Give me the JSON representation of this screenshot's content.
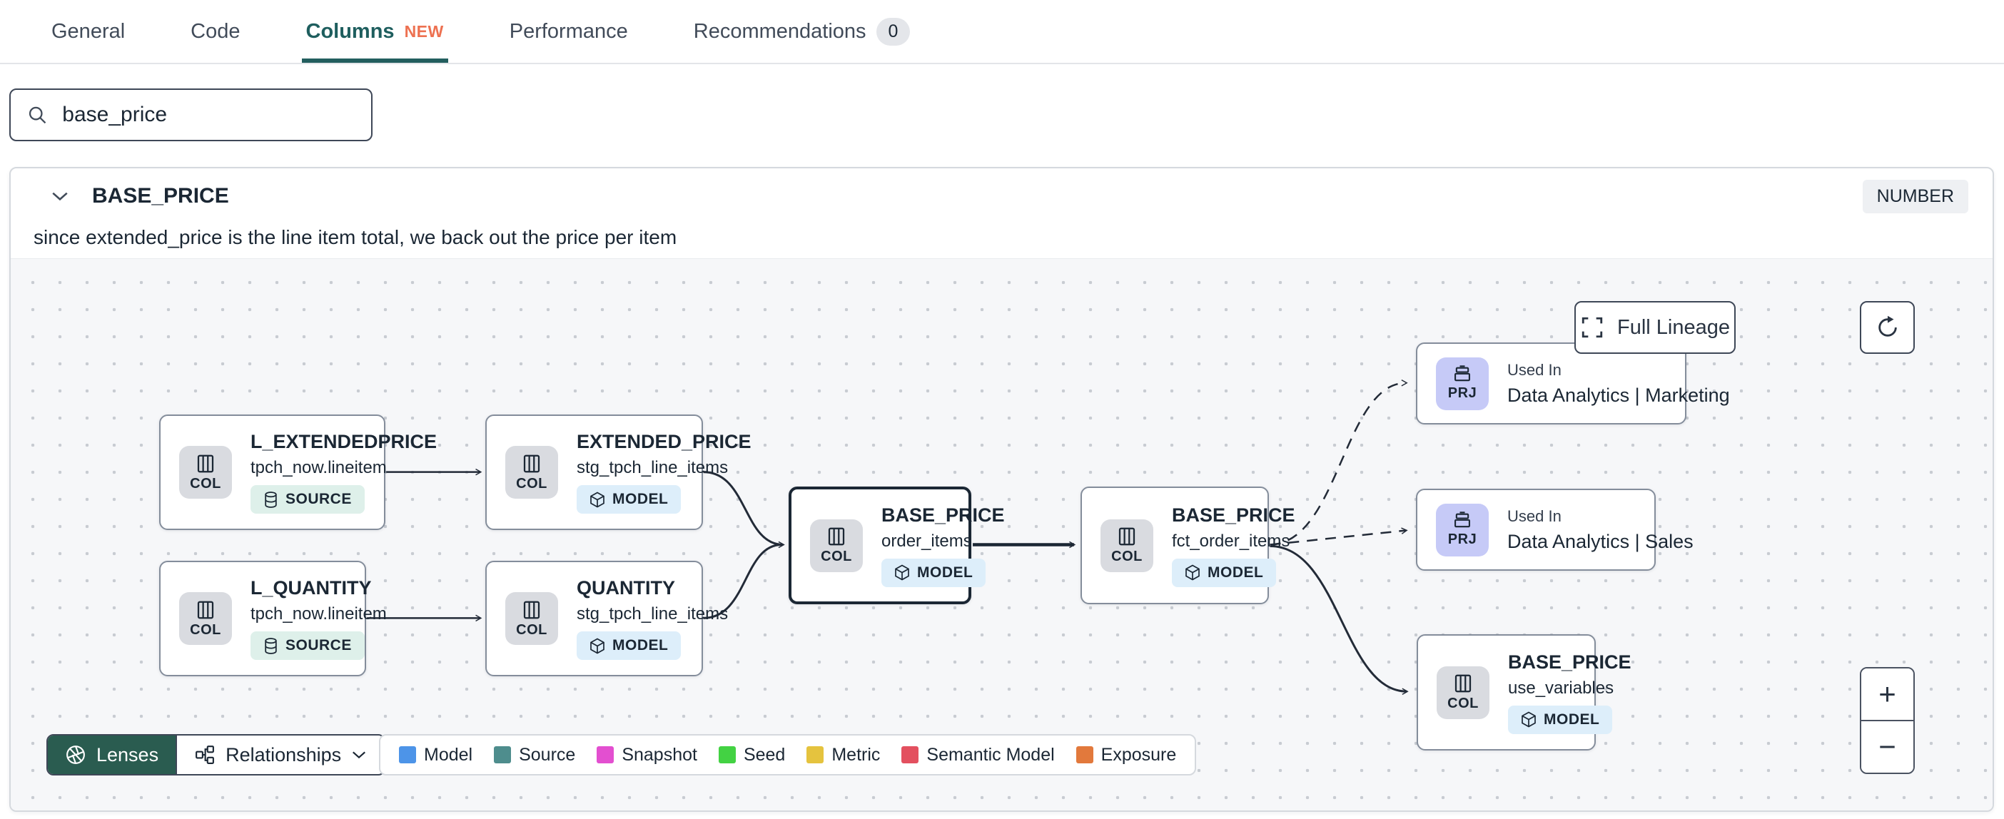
{
  "tabs": {
    "items": [
      {
        "label": "General"
      },
      {
        "label": "Code"
      },
      {
        "label": "Columns",
        "badge": "NEW"
      },
      {
        "label": "Performance"
      },
      {
        "label": "Recommendations",
        "count": "0"
      }
    ]
  },
  "search": {
    "value": "base_price"
  },
  "column_panel": {
    "name": "BASE_PRICE",
    "data_type": "NUMBER",
    "description": "since extended_price is the line item total, we back out the price per item"
  },
  "lineage": {
    "controls": {
      "full_lineage_label": "Full Lineage",
      "zoom_in": "+",
      "zoom_out": "−"
    },
    "toolbar": {
      "lenses_label": "Lenses",
      "relationships_label": "Relationships"
    },
    "legend": {
      "items": [
        {
          "label": "Model",
          "color": "#4D94E8"
        },
        {
          "label": "Source",
          "color": "#4E8D8D"
        },
        {
          "label": "Snapshot",
          "color": "#E34FD0"
        },
        {
          "label": "Seed",
          "color": "#43D243"
        },
        {
          "label": "Metric",
          "color": "#E5C33E"
        },
        {
          "label": "Semantic Model",
          "color": "#E3505F"
        },
        {
          "label": "Exposure",
          "color": "#E2793C"
        }
      ]
    },
    "nodes": [
      {
        "type_label": "COL",
        "title": "L_EXTENDEDPRICE",
        "subtitle": "tpch_now.lineitem",
        "badge": "SOURCE"
      },
      {
        "type_label": "COL",
        "title": "EXTENDED_PRICE",
        "subtitle": "stg_tpch_line_items",
        "badge": "MODEL"
      },
      {
        "type_label": "COL",
        "title": "L_QUANTITY",
        "subtitle": "tpch_now.lineitem",
        "badge": "SOURCE"
      },
      {
        "type_label": "COL",
        "title": "QUANTITY",
        "subtitle": "stg_tpch_line_items",
        "badge": "MODEL"
      },
      {
        "type_label": "COL",
        "title": "BASE_PRICE",
        "subtitle": "order_items",
        "badge": "MODEL"
      },
      {
        "type_label": "COL",
        "title": "BASE_PRICE",
        "subtitle": "fct_order_items",
        "badge": "MODEL"
      },
      {
        "type_label": "PRJ",
        "pretitle": "Used In",
        "title": "Data Analytics | Marketing"
      },
      {
        "type_label": "PRJ",
        "pretitle": "Used In",
        "title": "Data Analytics | Sales"
      },
      {
        "type_label": "COL",
        "title": "BASE_PRICE",
        "subtitle": "use_variables",
        "badge": "MODEL"
      }
    ]
  }
}
